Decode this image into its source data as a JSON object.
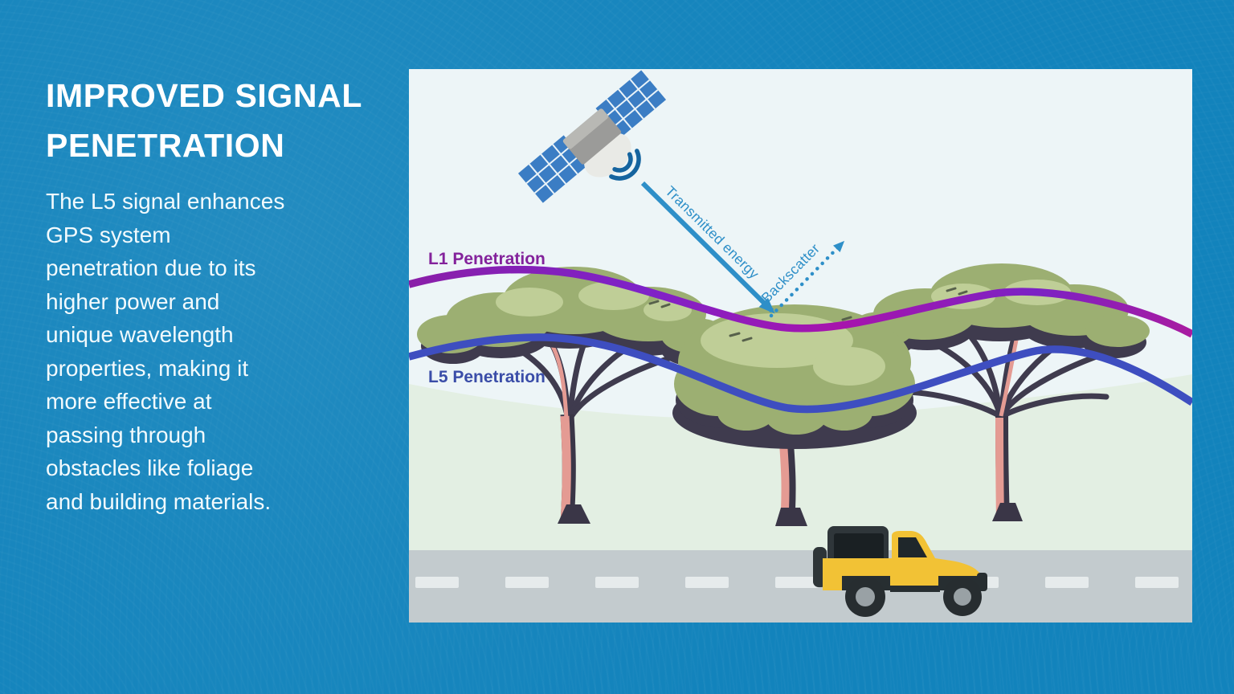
{
  "slide": {
    "title": "IMPROVED SIGNAL\nPENETRATION",
    "body": "The L5 signal enhances\nGPS system\npenetration due to its\nhigher power and\nunique wavelength\nproperties, making it\nmore effective at\npassing through\nobstacles like foliage\nand building materials.",
    "colors": {
      "background": "#1283BC",
      "title_text": "#FFFFFF",
      "body_text": "#F2FAFD"
    }
  },
  "diagram": {
    "panel_background": "#EDF5F7",
    "labels": {
      "l1": "L1 Penetration",
      "l5": "L5 Penetration",
      "transmitted_energy": "Transmitted energy",
      "backscatter": "Backscatter"
    },
    "colors": {
      "l1_line": "#A114AC",
      "l1_label": "#83229B",
      "l5_line": "#3E4EC0",
      "l5_label": "#3A4DA8",
      "signal_arrow": "#2E8FC8",
      "signal_wave": "#15649F",
      "ground": "#E3EFE3",
      "road": "#C3CBCE",
      "road_dash": "#E6EBEC",
      "tree_canopy": "#9CAF72",
      "tree_canopy_light": "#BFCE97",
      "tree_branches": "#3F3B4E",
      "tree_trunk": "#E49B93",
      "car_body": "#F2C235",
      "satellite_panel": "#3B7DC4",
      "satellite_body": "#9B9B99",
      "satellite_dish": "#E9EAE6"
    },
    "icons": [
      "satellite-icon",
      "tree-icon",
      "jeep-icon",
      "road"
    ]
  }
}
